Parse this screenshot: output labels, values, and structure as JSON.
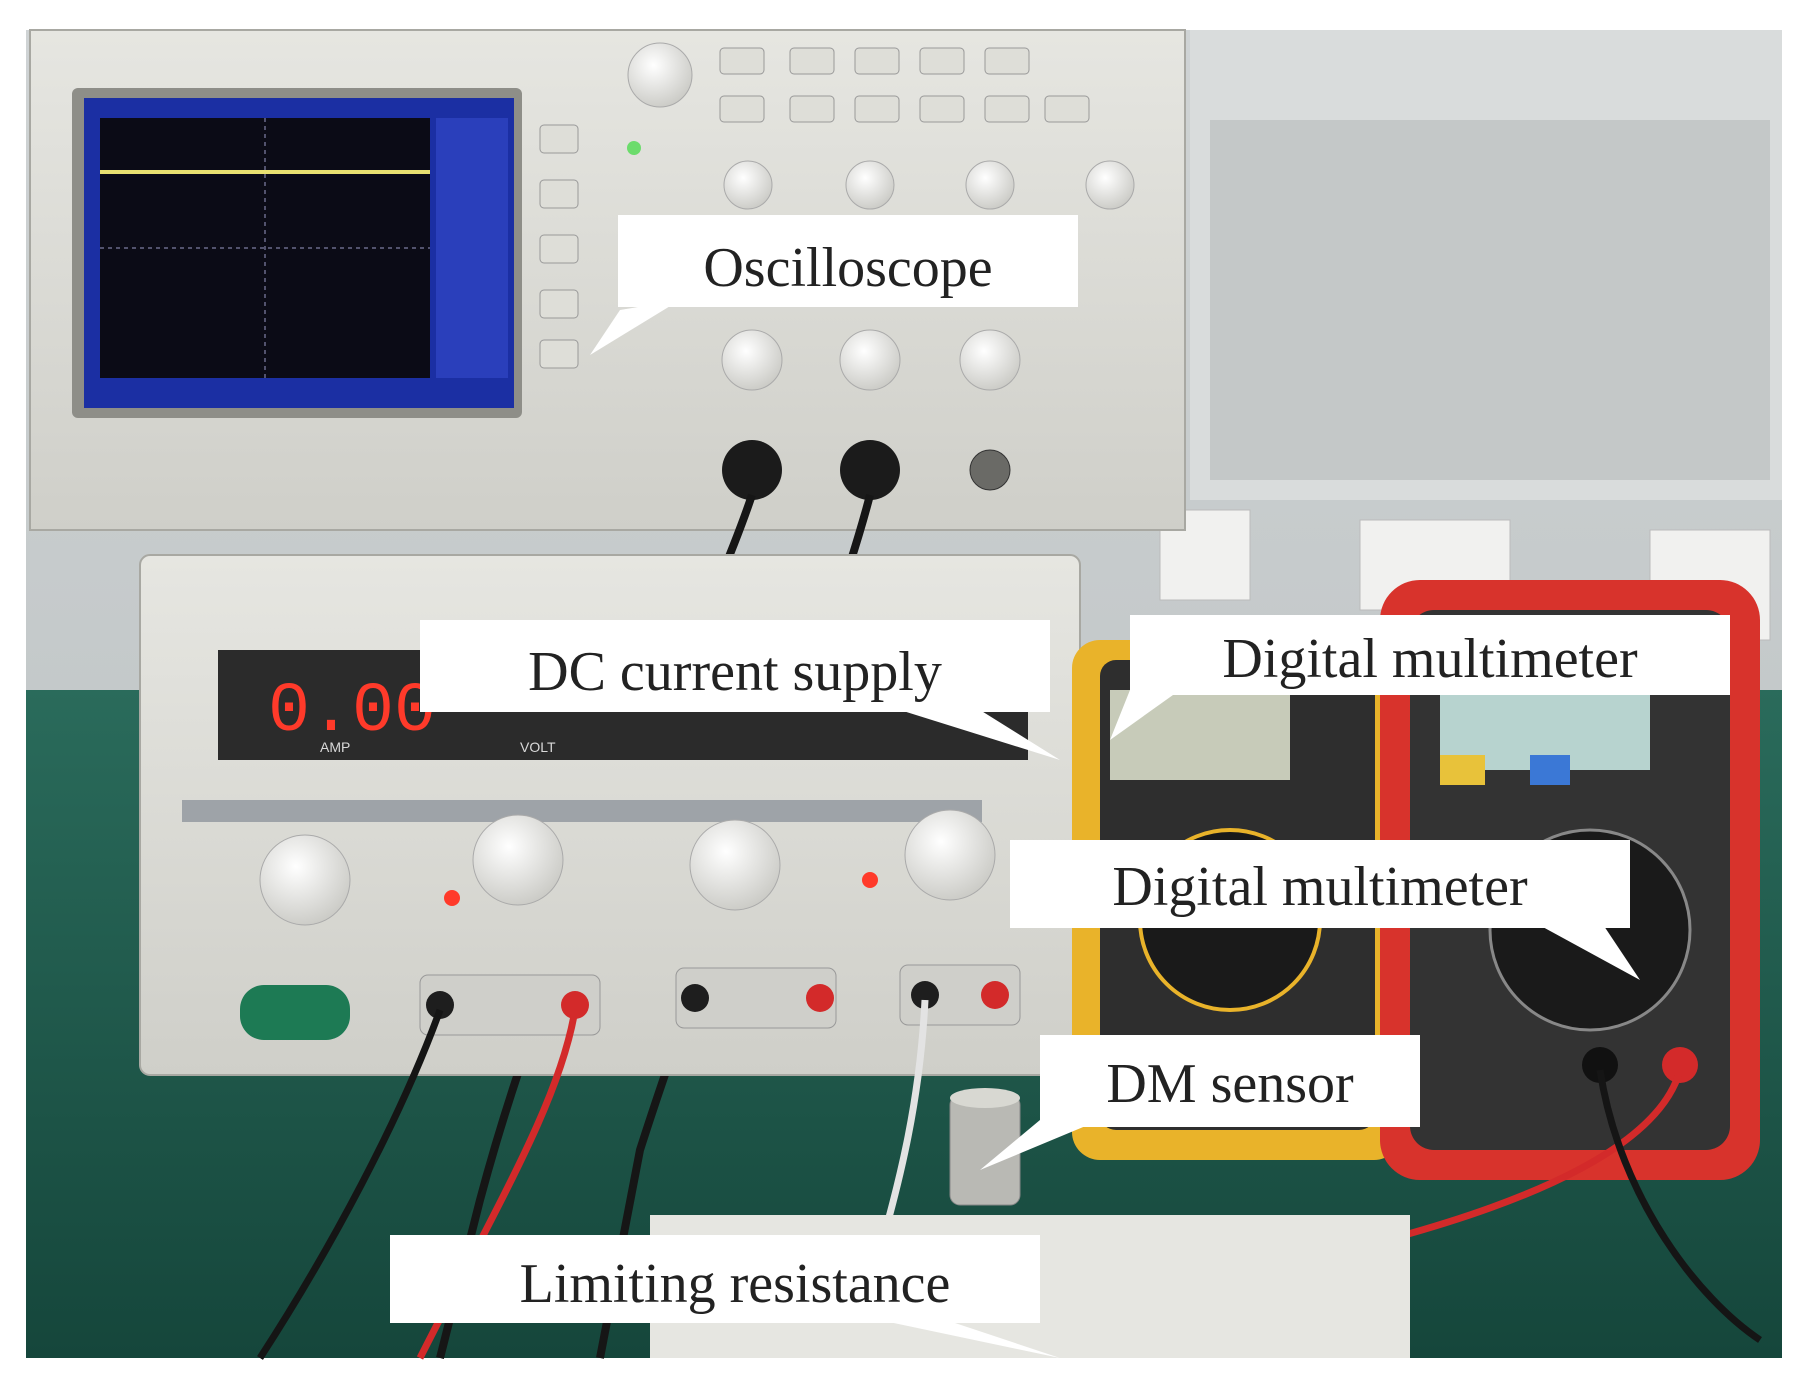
{
  "figure": {
    "labels": {
      "oscilloscope": "Oscilloscope",
      "dc_supply": "DC current supply",
      "multimeter_1": "Digital multimeter",
      "multimeter_2": "Digital multimeter",
      "dm_sensor": "DM sensor",
      "limiting_resistance": "Limiting resistance"
    },
    "supply_display": {
      "left_readout": "0.00",
      "unit_amp": "AMP",
      "unit_volt": "VOLT"
    },
    "colors": {
      "bench": "#1f5a4c",
      "screen": "#1b2fa3",
      "trace": "#e8e070",
      "led": "#ff3a2a",
      "multimeter_yellow": "#e9b32a",
      "multimeter_red": "#d8332c",
      "callout_bg": "#ffffff"
    }
  }
}
